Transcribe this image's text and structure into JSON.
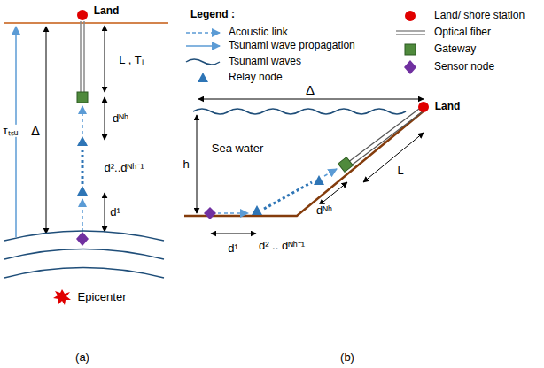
{
  "diagram": {
    "labels": [
      "Land",
      "τₜₛᵤ",
      "Δ",
      "L , Tₗ",
      "dᴺʰ",
      "d²..dᴺʰ⁻¹",
      "d¹",
      "Epicenter",
      "(a)",
      "Legend :",
      "Δ",
      "Land",
      "Sea water",
      "h",
      "L",
      "d¹",
      "d² .. dᴺʰ⁻¹",
      "dᴺʰ",
      "(b)"
    ],
    "legend": [
      {
        "text": "Acoustic link"
      },
      {
        "text": "Tsunami wave propagation"
      },
      {
        "text": "Tsunami waves"
      },
      {
        "text": "Relay node"
      },
      {
        "text": "Land/ shore station"
      },
      {
        "text": "Optical fiber"
      },
      {
        "text": "Gateway"
      },
      {
        "text": "Sensor node"
      }
    ]
  }
}
